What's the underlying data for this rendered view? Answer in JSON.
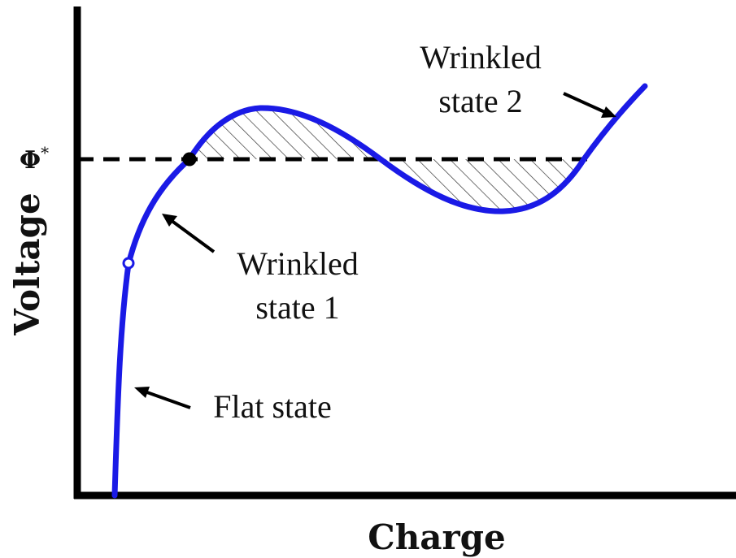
{
  "axes": {
    "x_label": "Charge",
    "y_label": "Voltage",
    "phi_label": "Φ",
    "phi_superscript": "*"
  },
  "annotations": {
    "wrinkled_2_line1": "Wrinkled",
    "wrinkled_2_line2": "state 2",
    "wrinkled_1_line1": "Wrinkled",
    "wrinkled_1_line2": "state 1",
    "flat": "Flat state"
  },
  "colors": {
    "curve": "#1a1ae6",
    "axis": "#000000",
    "hatch": "#333333"
  }
}
